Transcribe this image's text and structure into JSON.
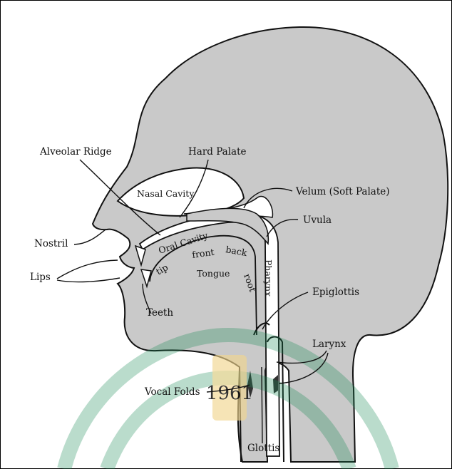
{
  "labels": {
    "alveolar_ridge": "Alveolar Ridge",
    "hard_palate": "Hard Palate",
    "nasal_cavity": "Nasal Cavity",
    "velum": "Velum (Soft Palate)",
    "uvula": "Uvula",
    "nostril": "Nostril",
    "oral_cavity": "Oral Cavity",
    "front": "front",
    "back": "back",
    "tip": "tip",
    "tongue": "Tongue",
    "root": "root",
    "pharynx": "Pharynx",
    "lips": "Lips",
    "teeth": "Teeth",
    "epiglottis": "Epiglottis",
    "larynx": "Larynx",
    "vocal_folds": "Vocal Folds",
    "glottis": "Glottis"
  },
  "watermark": {
    "text": "1961",
    "color": "#1a8a55",
    "text_color": "#e0b25a"
  },
  "colors": {
    "head_fill": "#c9c9c9",
    "cavity_fill": "#ffffff",
    "outline": "#111111"
  }
}
